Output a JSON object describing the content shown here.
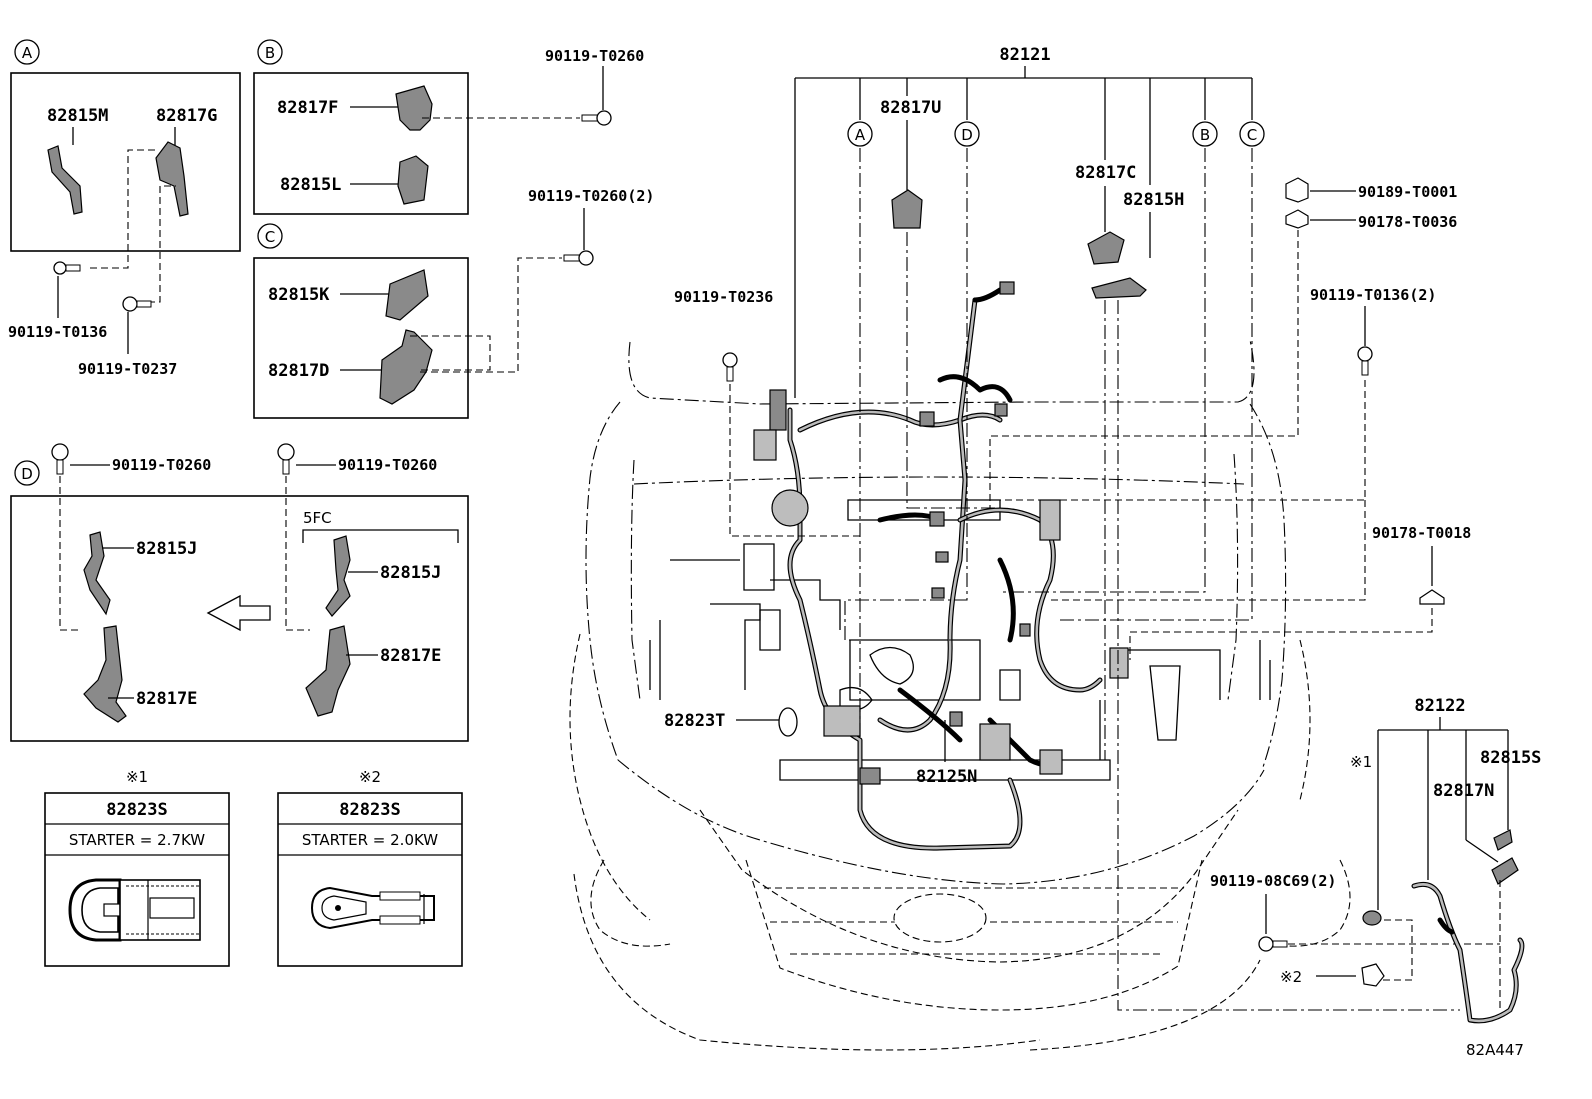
{
  "sections": {
    "a": {
      "letter": "A",
      "parts": [
        "82815M",
        "82817G"
      ],
      "bolts": [
        "90119-T0136",
        "90119-T0237"
      ]
    },
    "b": {
      "letter": "B",
      "parts": [
        "82817F",
        "82815L"
      ],
      "bolt": "90119-T0260"
    },
    "c": {
      "letter": "C",
      "parts": [
        "82815K",
        "82817D"
      ],
      "bolt": "90119-T0260(2)"
    },
    "d": {
      "letter": "D",
      "bolt_left": "90119-T0260",
      "bolt_right": "90119-T0260",
      "variant": "5FC",
      "parts_left": [
        "82815J",
        "82817E"
      ],
      "parts_right": [
        "82815J",
        "82817E"
      ]
    }
  },
  "variants": [
    {
      "mark": "※1",
      "part": "82823S",
      "spec": "STARTER = 2.7KW"
    },
    {
      "mark": "※2",
      "part": "82823S",
      "spec": "STARTER = 2.0KW"
    }
  ],
  "main": {
    "harness": "82121",
    "callouts": [
      "A",
      "D",
      "B",
      "C"
    ],
    "parts": {
      "p82817U": "82817U",
      "p82817C": "82817C",
      "p82815H": "82815H",
      "p82823T": "82823T",
      "p82125N": "82125N"
    },
    "fasteners": {
      "f1": "90119-T0236",
      "f2": "90189-T0001",
      "f3": "90178-T0036",
      "f4": "90119-T0136(2)",
      "f5": "90178-T0018",
      "f6": "90119-08C69(2)"
    }
  },
  "sub": {
    "harness": "82122",
    "parts": [
      "82815S",
      "82817N"
    ],
    "mark1": "※1",
    "mark2": "※2"
  },
  "code": "82A447"
}
